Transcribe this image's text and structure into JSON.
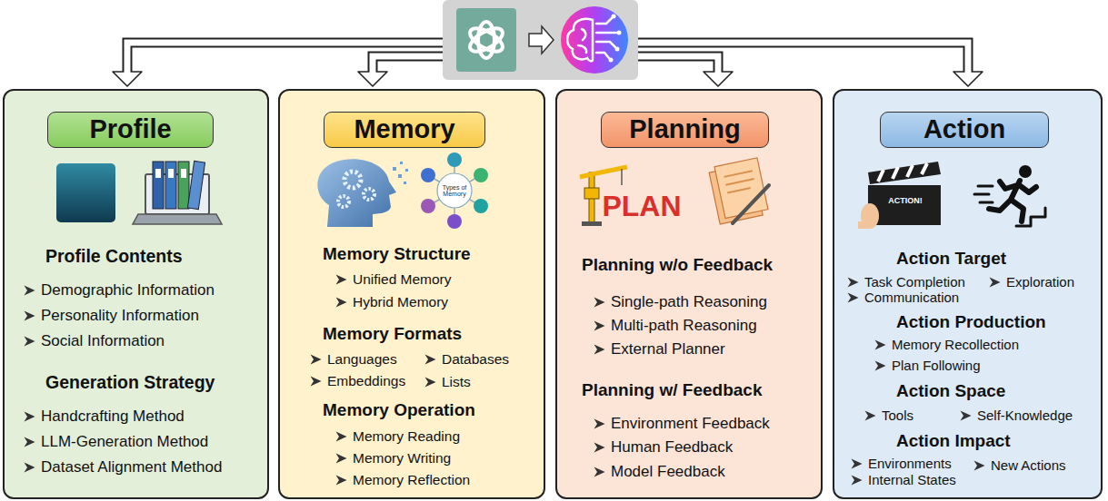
{
  "diagram": {
    "nodes": [
      {
        "text": [
          "Profile Contents",
          "Demographic Information",
          "Personality Information",
          "Social Information",
          "Generation Strategy",
          "Handcrafting Method",
          "LLM-Generation Method",
          "Dataset Alignment Method"
        ]
      },
      {
        "text": [
          "Profile"
        ],
        "in": 0
      },
      {
        "text": [
          "Memory Structure",
          "Unified Memory",
          "Hybrid Memory",
          "Memory Formats",
          "Languages",
          "Databases",
          "Embeddings",
          "Lists",
          "Memory Operation",
          "Memory Reading",
          "Memory Writing",
          "Memory Reflection"
        ]
      },
      {
        "text": [
          "Memory"
        ],
        "in": 2
      },
      {
        "text": [
          "Planning w/o Feedback",
          "Single-path Reasoning",
          "Multi-path Reasoning",
          "External Planner",
          "Planning w/ Feedback",
          "Environment Feedback",
          "Human Feedback",
          "Model Feedback"
        ]
      },
      {
        "text": [
          "Planning"
        ],
        "in": 4
      },
      {
        "text": [
          "Action Target",
          "Task Completion",
          "Exploration",
          "Communication",
          "Action Production",
          "Memory Recollection",
          "Plan Following",
          "Action Space",
          "Tools",
          "Self-Knowledge",
          "Action Impact",
          "Environments",
          "New Actions",
          "Internal States"
        ]
      },
      {
        "text": [
          "Action"
        ],
        "in": 6
      }
    ],
    "labels": [
      "Types of Memory",
      "PLAN",
      "ACTION!"
    ]
  }
}
